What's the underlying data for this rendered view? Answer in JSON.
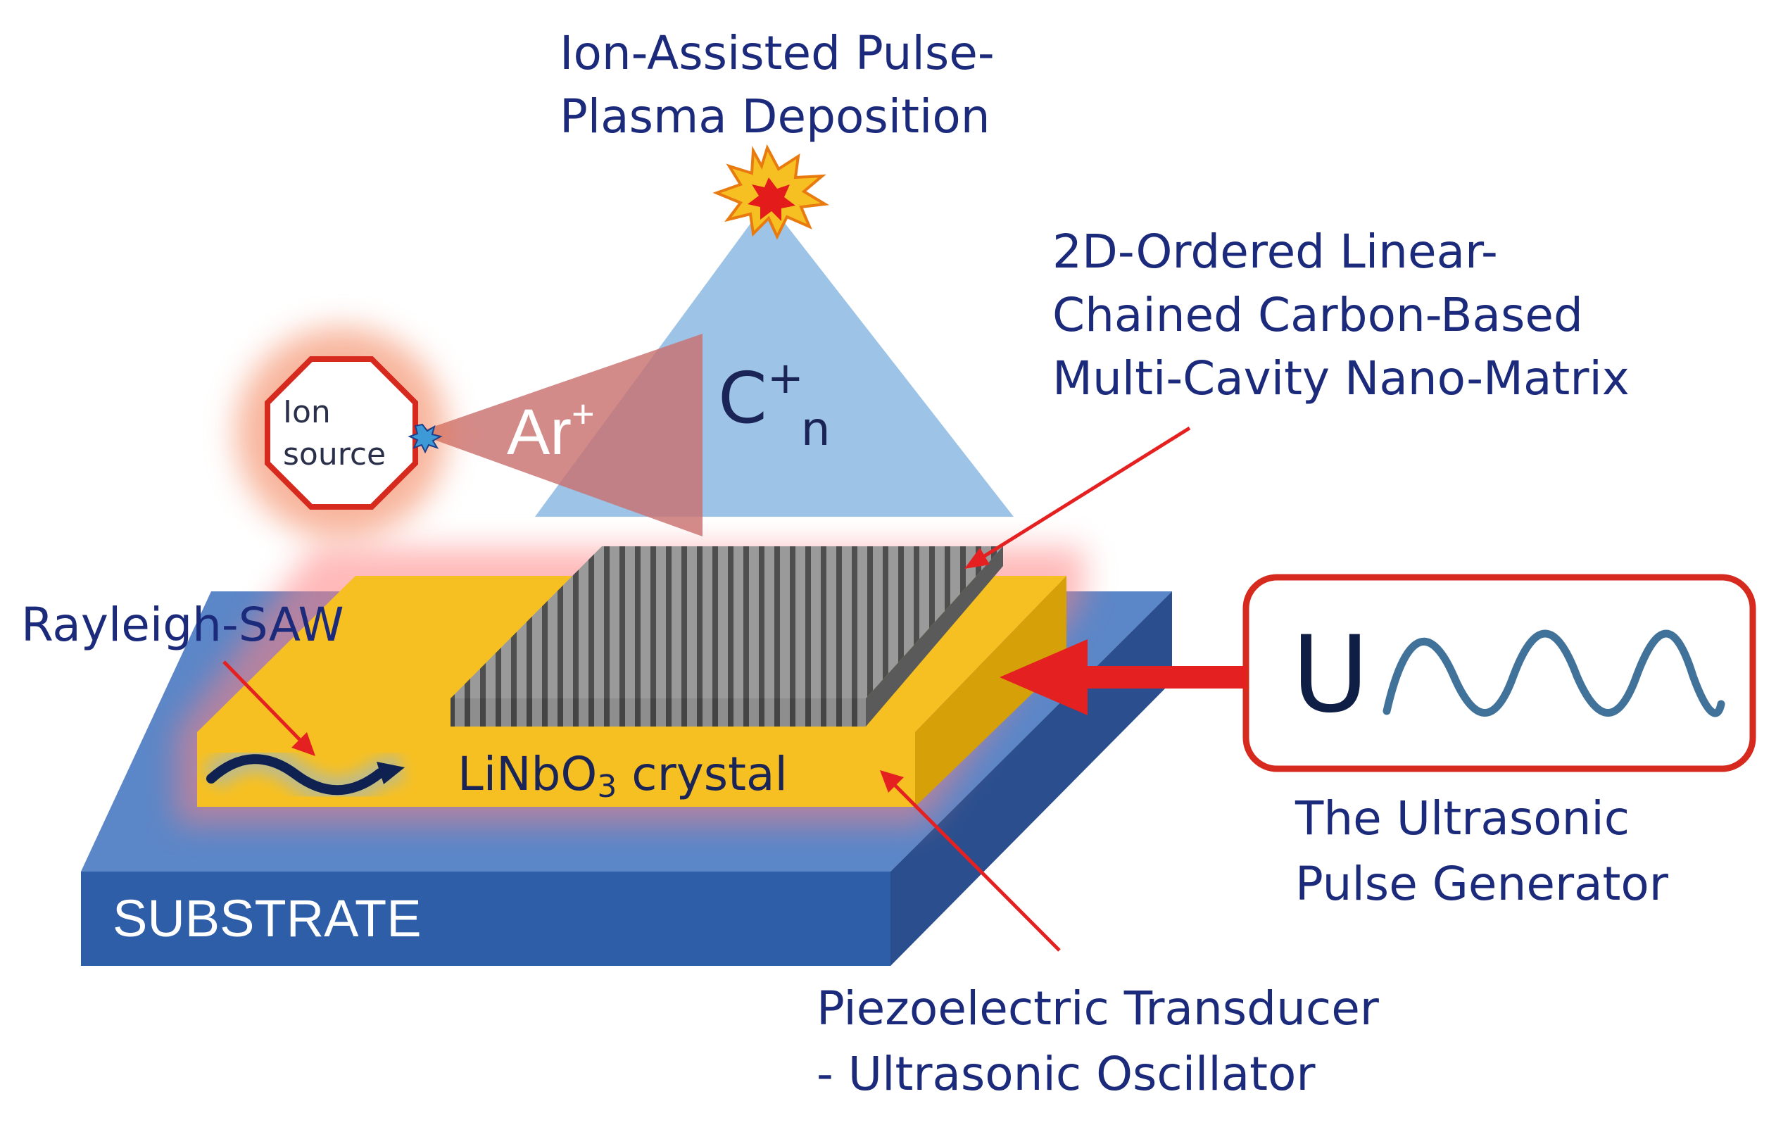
{
  "labels": {
    "deposition_line1": "Ion-Assisted Pulse-",
    "deposition_line2": "Plasma Deposition",
    "matrix_line1": "2D-Ordered Linear-",
    "matrix_line2": "Chained Carbon-Based",
    "matrix_line3": "Multi-Cavity Nano-Matrix",
    "rayleigh": "Rayleigh-SAW",
    "crystal_prefix": "LiNbO",
    "crystal_sub": "3",
    "crystal_suffix": " crystal",
    "substrate": "SUBSTRATE",
    "ion_line1": "Ion",
    "ion_line2": "source",
    "argon_base": "Ar",
    "argon_sup": "+",
    "carbon_base": "C",
    "carbon_sup": "+",
    "carbon_sub": "n",
    "voltage": "U",
    "generator_line1": "The Ultrasonic",
    "generator_line2": "Pulse Generator",
    "transducer_line1": "Piezoelectric Transducer",
    "transducer_line2": "- Ultrasonic Oscillator"
  },
  "colors": {
    "label_text": "#1c2a7c",
    "substrate": "#2f5ea8",
    "crystal": "#f6c022",
    "plasma_cone": "#9dc3e6",
    "argon_beam": "#c9726f",
    "ion_source": "#d62a1f",
    "arrow": "#e42020",
    "generator_border": "#d62a1f",
    "wave": "#41729a",
    "nanomatrix": "#8a8a8a"
  },
  "icons": {
    "burst": "explosion-burst-icon",
    "spark": "ion-spark-icon",
    "saw": "surface-acoustic-wave-icon",
    "sine": "sine-wave-icon"
  }
}
